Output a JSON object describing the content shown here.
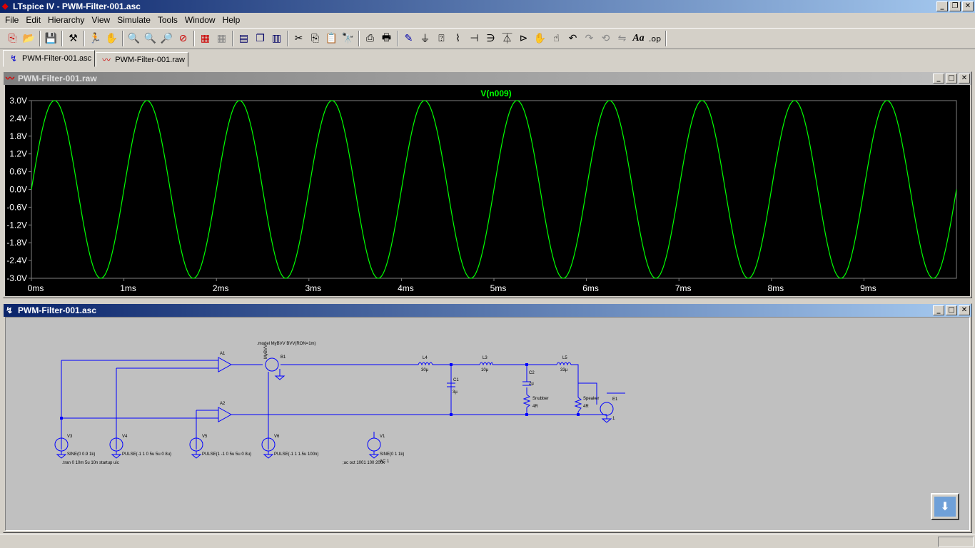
{
  "window": {
    "title": "LTspice IV - PWM-Filter-001.asc"
  },
  "menu": [
    "File",
    "Edit",
    "Hierarchy",
    "View",
    "Simulate",
    "Tools",
    "Window",
    "Help"
  ],
  "tabs": [
    {
      "label": "PWM-Filter-001.asc",
      "active": true
    },
    {
      "label": "PWM-Filter-001.raw",
      "active": false
    }
  ],
  "plot_window": {
    "title": "PWM-Filter-001.raw"
  },
  "schematic_window": {
    "title": "PWM-Filter-001.asc"
  },
  "chart_data": {
    "type": "line",
    "title": "V(n009)",
    "series": [
      {
        "name": "V(n009)",
        "color": "#00ff00",
        "frequency_khz": 1,
        "amplitude_v": 3,
        "phase": "sine"
      }
    ],
    "x_ticks": [
      "0ms",
      "1ms",
      "2ms",
      "3ms",
      "4ms",
      "5ms",
      "6ms",
      "7ms",
      "8ms",
      "9ms"
    ],
    "y_ticks": [
      "3.0V",
      "2.4V",
      "1.8V",
      "1.2V",
      "0.6V",
      "0.0V",
      "-0.6V",
      "-1.2V",
      "-1.8V",
      "-2.4V",
      "-3.0V"
    ],
    "xlim": [
      0,
      10
    ],
    "ylim": [
      -3,
      3
    ],
    "background": "#000000",
    "axis_color": "#808080",
    "label_color": "#ffffff"
  },
  "schematic": {
    "model_directive": ".model MyBVV BVV(RON=1m)",
    "components": {
      "A1": "A1",
      "A2": "A2",
      "B1": "B1",
      "B1_val": "MyBVV",
      "L4": "L4",
      "L4_val": "30µ",
      "L3": "L3",
      "L3_val": "10µ",
      "L5": "L5",
      "L5_val": "33µ",
      "C1": "C1",
      "C1_val": "3µ",
      "C2": "C2",
      "C2_val": "2µ",
      "Rs": "Snubber",
      "Rs_val": "4R",
      "Rsp": "Speaker",
      "Rsp_val": "4R",
      "E1": "E1",
      "E1_val": "1",
      "V3": "V3",
      "V3_val": "SINE(0 0.9 1k)",
      "V4": "V4",
      "V4_val": "PULSE(-1 1 0 5u 5u 0 8u)",
      "V5": "V5",
      "V5_val": "PULSE(1 -1 0 5u 5u 0 8u)",
      "V6": "V6",
      "V6_val": "PULSE(-1 1 1.5u 100n)",
      "V1": "V1",
      "V1_val": "SINE(0 1 1k)",
      "V1_ac": "AC 1"
    },
    "directives": {
      "tran": ".tran 0 10m 5u 10n startup uic",
      "ac": ";ac oct 1001 100 200k"
    }
  }
}
